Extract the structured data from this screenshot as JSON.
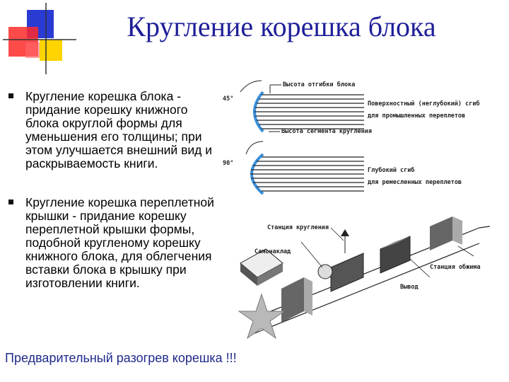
{
  "slide": {
    "title": "Кругление корешка блока",
    "bullets": [
      {
        "text": "Кругление корешка блока - придание корешку книжного блока округлой формы для уменьшения его толщины; при этом улучшается внешний вид и раскрываемость книги."
      },
      {
        "text": "Кругление корешка переплетной крышки - придание корешку переплетной крышки формы, подобной кругленому корешку книжного блока, для облегчения вставки блока в крышку при изготовлении книги."
      }
    ],
    "footer": "Предварительный разогрев корешка !!!"
  },
  "diagram": {
    "angle_top": "45°",
    "angle_bottom": "90°",
    "label_bend_height": "Высота отгибки блока",
    "label_surface_line1": "Поверхностный (неглубокий) сгиб",
    "label_surface_line2": "для промышленных переплетов",
    "label_segment_height": "Высота сегмента кругления",
    "label_deep_line1": "Глубокий сгиб",
    "label_deep_line2": "для ремесленных переплетов"
  },
  "machine": {
    "label_rounding_station": "Станция кругления",
    "label_feeder": "Самонаклад",
    "label_crimp_station": "Станция обжима",
    "label_output": "Вывод"
  },
  "colors": {
    "title": "#1f1f9a",
    "footer": "#1f2a8c",
    "deco_blue": "#2a3bd4",
    "deco_red": "#ff2a2a",
    "deco_yellow": "#ffd400",
    "spine_blue": "#3b8fd9"
  }
}
